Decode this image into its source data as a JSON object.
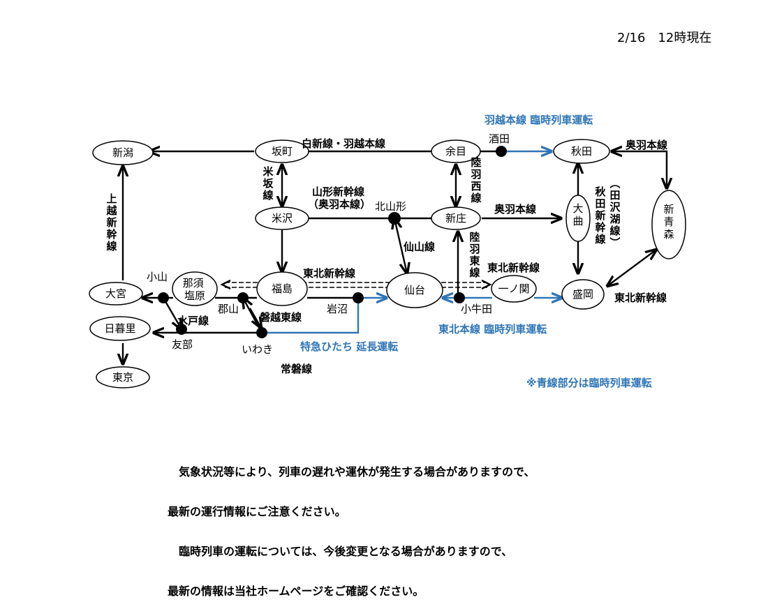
{
  "header": {
    "date_status": "2/16　12時現在"
  },
  "colors": {
    "black": "#000000",
    "blue": "#2e75b6"
  },
  "stations": {
    "niigata": "新潟",
    "sakamachi": "坂町",
    "amarume": "余目",
    "akita": "秋田",
    "yonezawa": "米沢",
    "shinjo": "新庄",
    "omagari": "大曲",
    "shin_aomori": "新青森",
    "omiya": "大宮",
    "nasushiobara": "那須塩原",
    "fukushima": "福島",
    "sendai": "仙台",
    "ichinoseki": "一ノ関",
    "morioka": "盛岡",
    "nippori": "日暮里",
    "tokyo": "東京"
  },
  "small_stations": {
    "sakata": "酒田",
    "kitayamagata": "北山形",
    "oyama": "小山",
    "koriyama": "郡山",
    "iwanuma": "岩沼",
    "kogota": "小牛田",
    "tomobe": "友部",
    "iwaki": "いわき"
  },
  "lines": {
    "hakushin_uetsu": "白新線・羽越本線",
    "uetsu_special": "羽越本線 臨時列車運転",
    "ou_north": "奥羽本線",
    "ou_shinjo": "奥羽本線",
    "yonesaka": "米坂線",
    "rikuu_west": "陸羽西線",
    "yamagata_shinkansen": "山形新幹線",
    "yamagata_shinkansen_sub": "（奥羽本線）",
    "joetsu_shinkansen": "上越新幹線",
    "akita_shinkansen": "秋田新幹線",
    "tazawako": "（田沢湖線）",
    "senzan": "仙山線",
    "rikuu_east": "陸羽東線",
    "tohoku_shinkansen_main": "東北新幹線",
    "tohoku_shinkansen_ichinoseki": "東北新幹線",
    "tohoku_shinkansen_aomori": "東北新幹線",
    "tohoku_special": "東北本線 臨時列車運転",
    "mito": "水戸線",
    "banetsu_east": "磐越東線",
    "hitachi_special": "特急ひたち 延長運転",
    "joban": "常磐線"
  },
  "legend": {
    "note": "※青線部分は臨時列車運転"
  },
  "notice": {
    "line1": "　気象状況等により、列車の遅れや運休が発生する場合がありますので、",
    "line2": "最新の運行情報にご注意ください。",
    "line3": "　臨時列車の運転については、今後変更となる場合がありますので、",
    "line4": "最新の情報は当社ホームページをご確認ください。"
  }
}
